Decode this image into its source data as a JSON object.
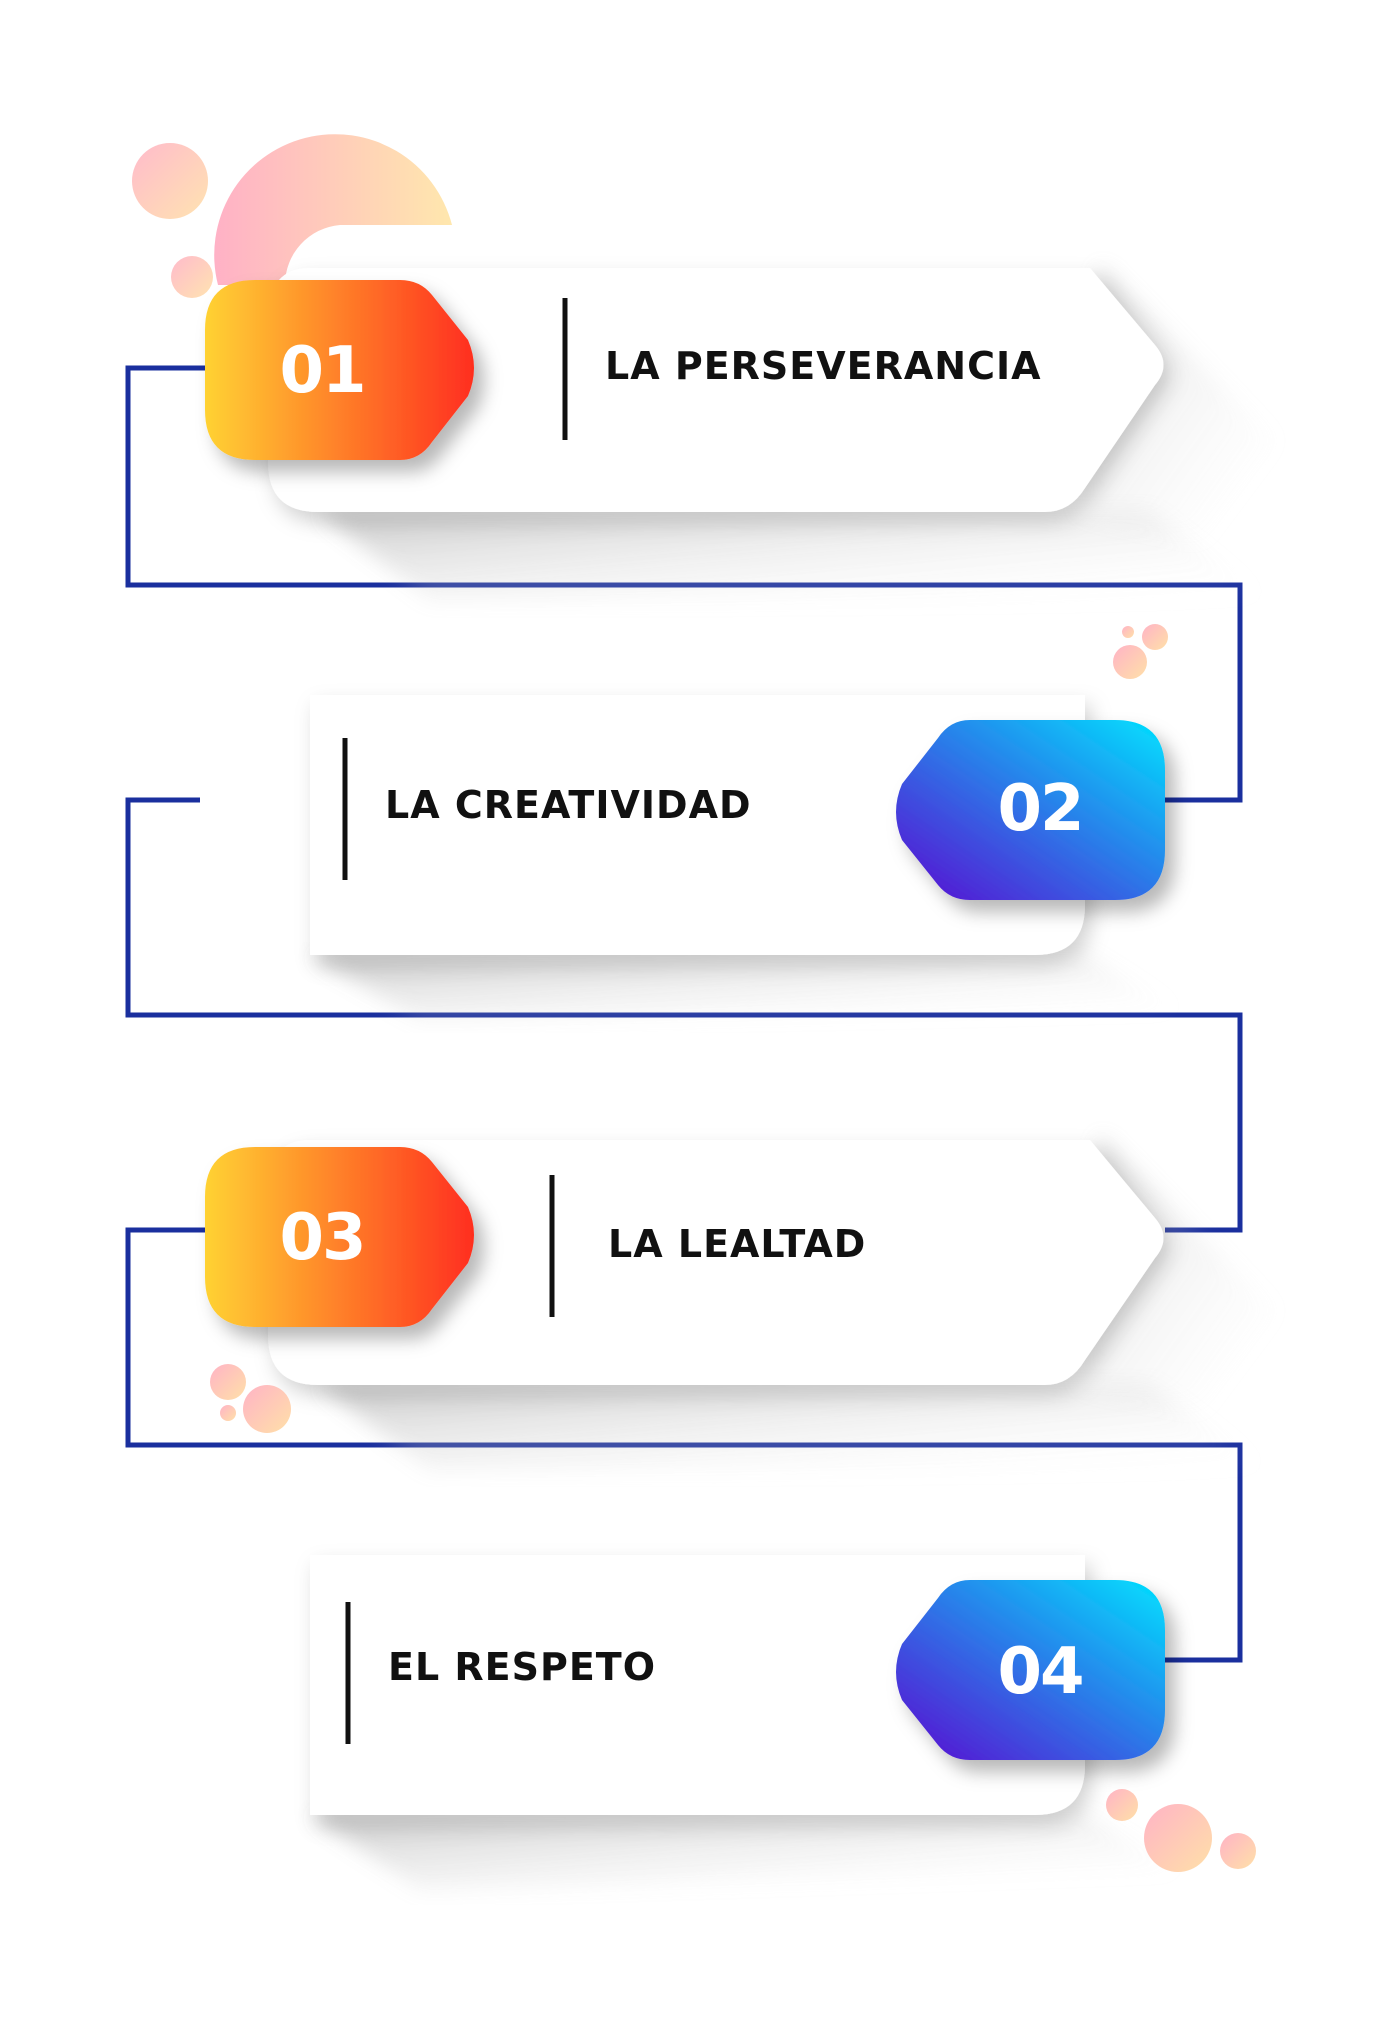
{
  "steps": [
    {
      "number": "01",
      "label": "LA PERSEVERANCIA",
      "accent": "orange"
    },
    {
      "number": "02",
      "label": "LA CREATIVIDAD",
      "accent": "blue"
    },
    {
      "number": "03",
      "label": "LA LEALTAD",
      "accent": "orange"
    },
    {
      "number": "04",
      "label": "EL RESPETO",
      "accent": "blue"
    }
  ],
  "colors": {
    "connector": "#1a2f9e",
    "orange_start": "#ffd233",
    "orange_end": "#ff2e1f",
    "blue_start": "#00e1ff",
    "blue_end": "#5b09d0",
    "card": "#ffffff",
    "divider": "#111111"
  }
}
